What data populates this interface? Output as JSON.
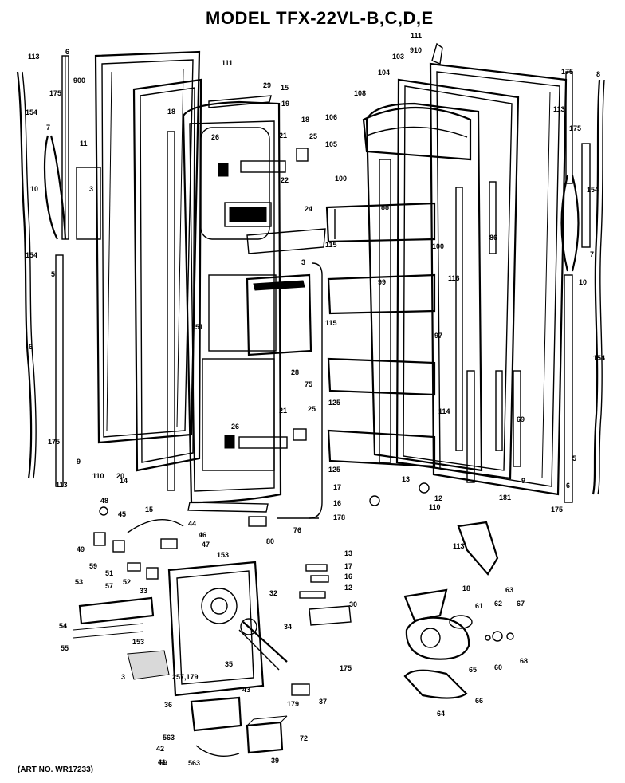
{
  "title": "MODEL TFX-22VL-B,C,D,E",
  "art_number": "(ART NO. WR17233)",
  "callouts": [
    "113",
    "6",
    "175",
    "900",
    "111",
    "154",
    "7",
    "11",
    "3",
    "10",
    "154",
    "5",
    "6",
    "175",
    "9",
    "113",
    "18",
    "29",
    "15",
    "19",
    "18",
    "26",
    "21",
    "25",
    "22",
    "24",
    "3",
    "151",
    "28",
    "75",
    "26",
    "21",
    "25",
    "110",
    "20",
    "14",
    "15",
    "44",
    "46",
    "47",
    "153",
    "48",
    "45",
    "49",
    "59",
    "51",
    "57",
    "52",
    "53",
    "54",
    "55",
    "33",
    "32",
    "153",
    "3",
    "35",
    "34",
    "80",
    "76",
    "13",
    "17",
    "16",
    "12",
    "30",
    "257,179",
    "36",
    "563",
    "42",
    "41",
    "43",
    "179",
    "37",
    "72",
    "39",
    "175",
    "111",
    "910",
    "103",
    "104",
    "108",
    "106",
    "105",
    "100",
    "88",
    "115",
    "86",
    "100",
    "116",
    "99",
    "115",
    "97",
    "125",
    "114",
    "69",
    "125",
    "17",
    "13",
    "16",
    "12",
    "110",
    "178",
    "181",
    "175",
    "8",
    "113",
    "175",
    "154",
    "7",
    "10",
    "154",
    "5",
    "6",
    "175",
    "9",
    "113",
    "18",
    "61",
    "62",
    "67",
    "63",
    "65",
    "60",
    "68",
    "66",
    "64",
    "69",
    "563"
  ]
}
